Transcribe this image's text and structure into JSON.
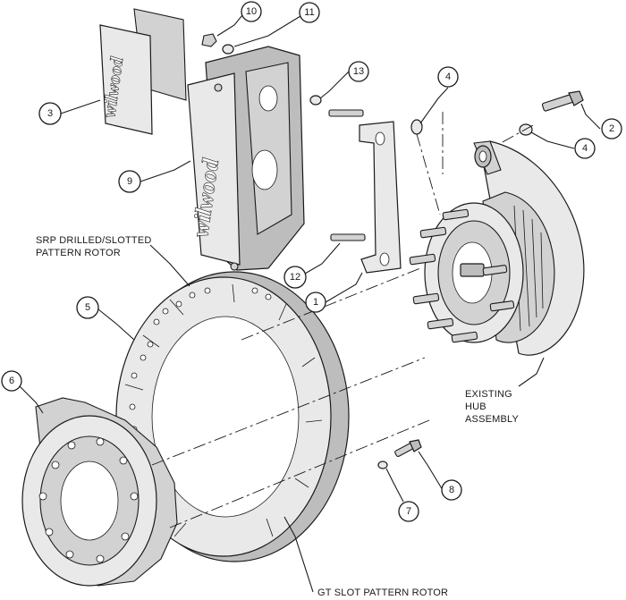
{
  "brand": {
    "logo_text": "wilwood"
  },
  "callouts": [
    {
      "id": "c1",
      "number": "1"
    },
    {
      "id": "c2",
      "number": "2"
    },
    {
      "id": "c3",
      "number": "3"
    },
    {
      "id": "c4a",
      "number": "4"
    },
    {
      "id": "c4b",
      "number": "4"
    },
    {
      "id": "c5",
      "number": "5"
    },
    {
      "id": "c6",
      "number": "6"
    },
    {
      "id": "c7",
      "number": "7"
    },
    {
      "id": "c8",
      "number": "8"
    },
    {
      "id": "c9",
      "number": "9"
    },
    {
      "id": "c10",
      "number": "10"
    },
    {
      "id": "c11",
      "number": "11"
    },
    {
      "id": "c12",
      "number": "12"
    },
    {
      "id": "c13",
      "number": "13"
    }
  ],
  "notes": {
    "srp_rotor": {
      "line1": "SRP DRILLED/SLOTTED",
      "line2": "PATTERN ROTOR"
    },
    "existing_hub": {
      "line1": "EXISTING",
      "line2": "HUB",
      "line3": "ASSEMBLY"
    },
    "gt_rotor": {
      "line1": "GT SLOT PATTERN ROTOR"
    }
  },
  "colors": {
    "line": "#1a1a1a",
    "fill_light": "#e9e9e9",
    "fill_mid": "#d2d2d2",
    "fill_dark": "#bdbdbd",
    "background": "#ffffff"
  }
}
